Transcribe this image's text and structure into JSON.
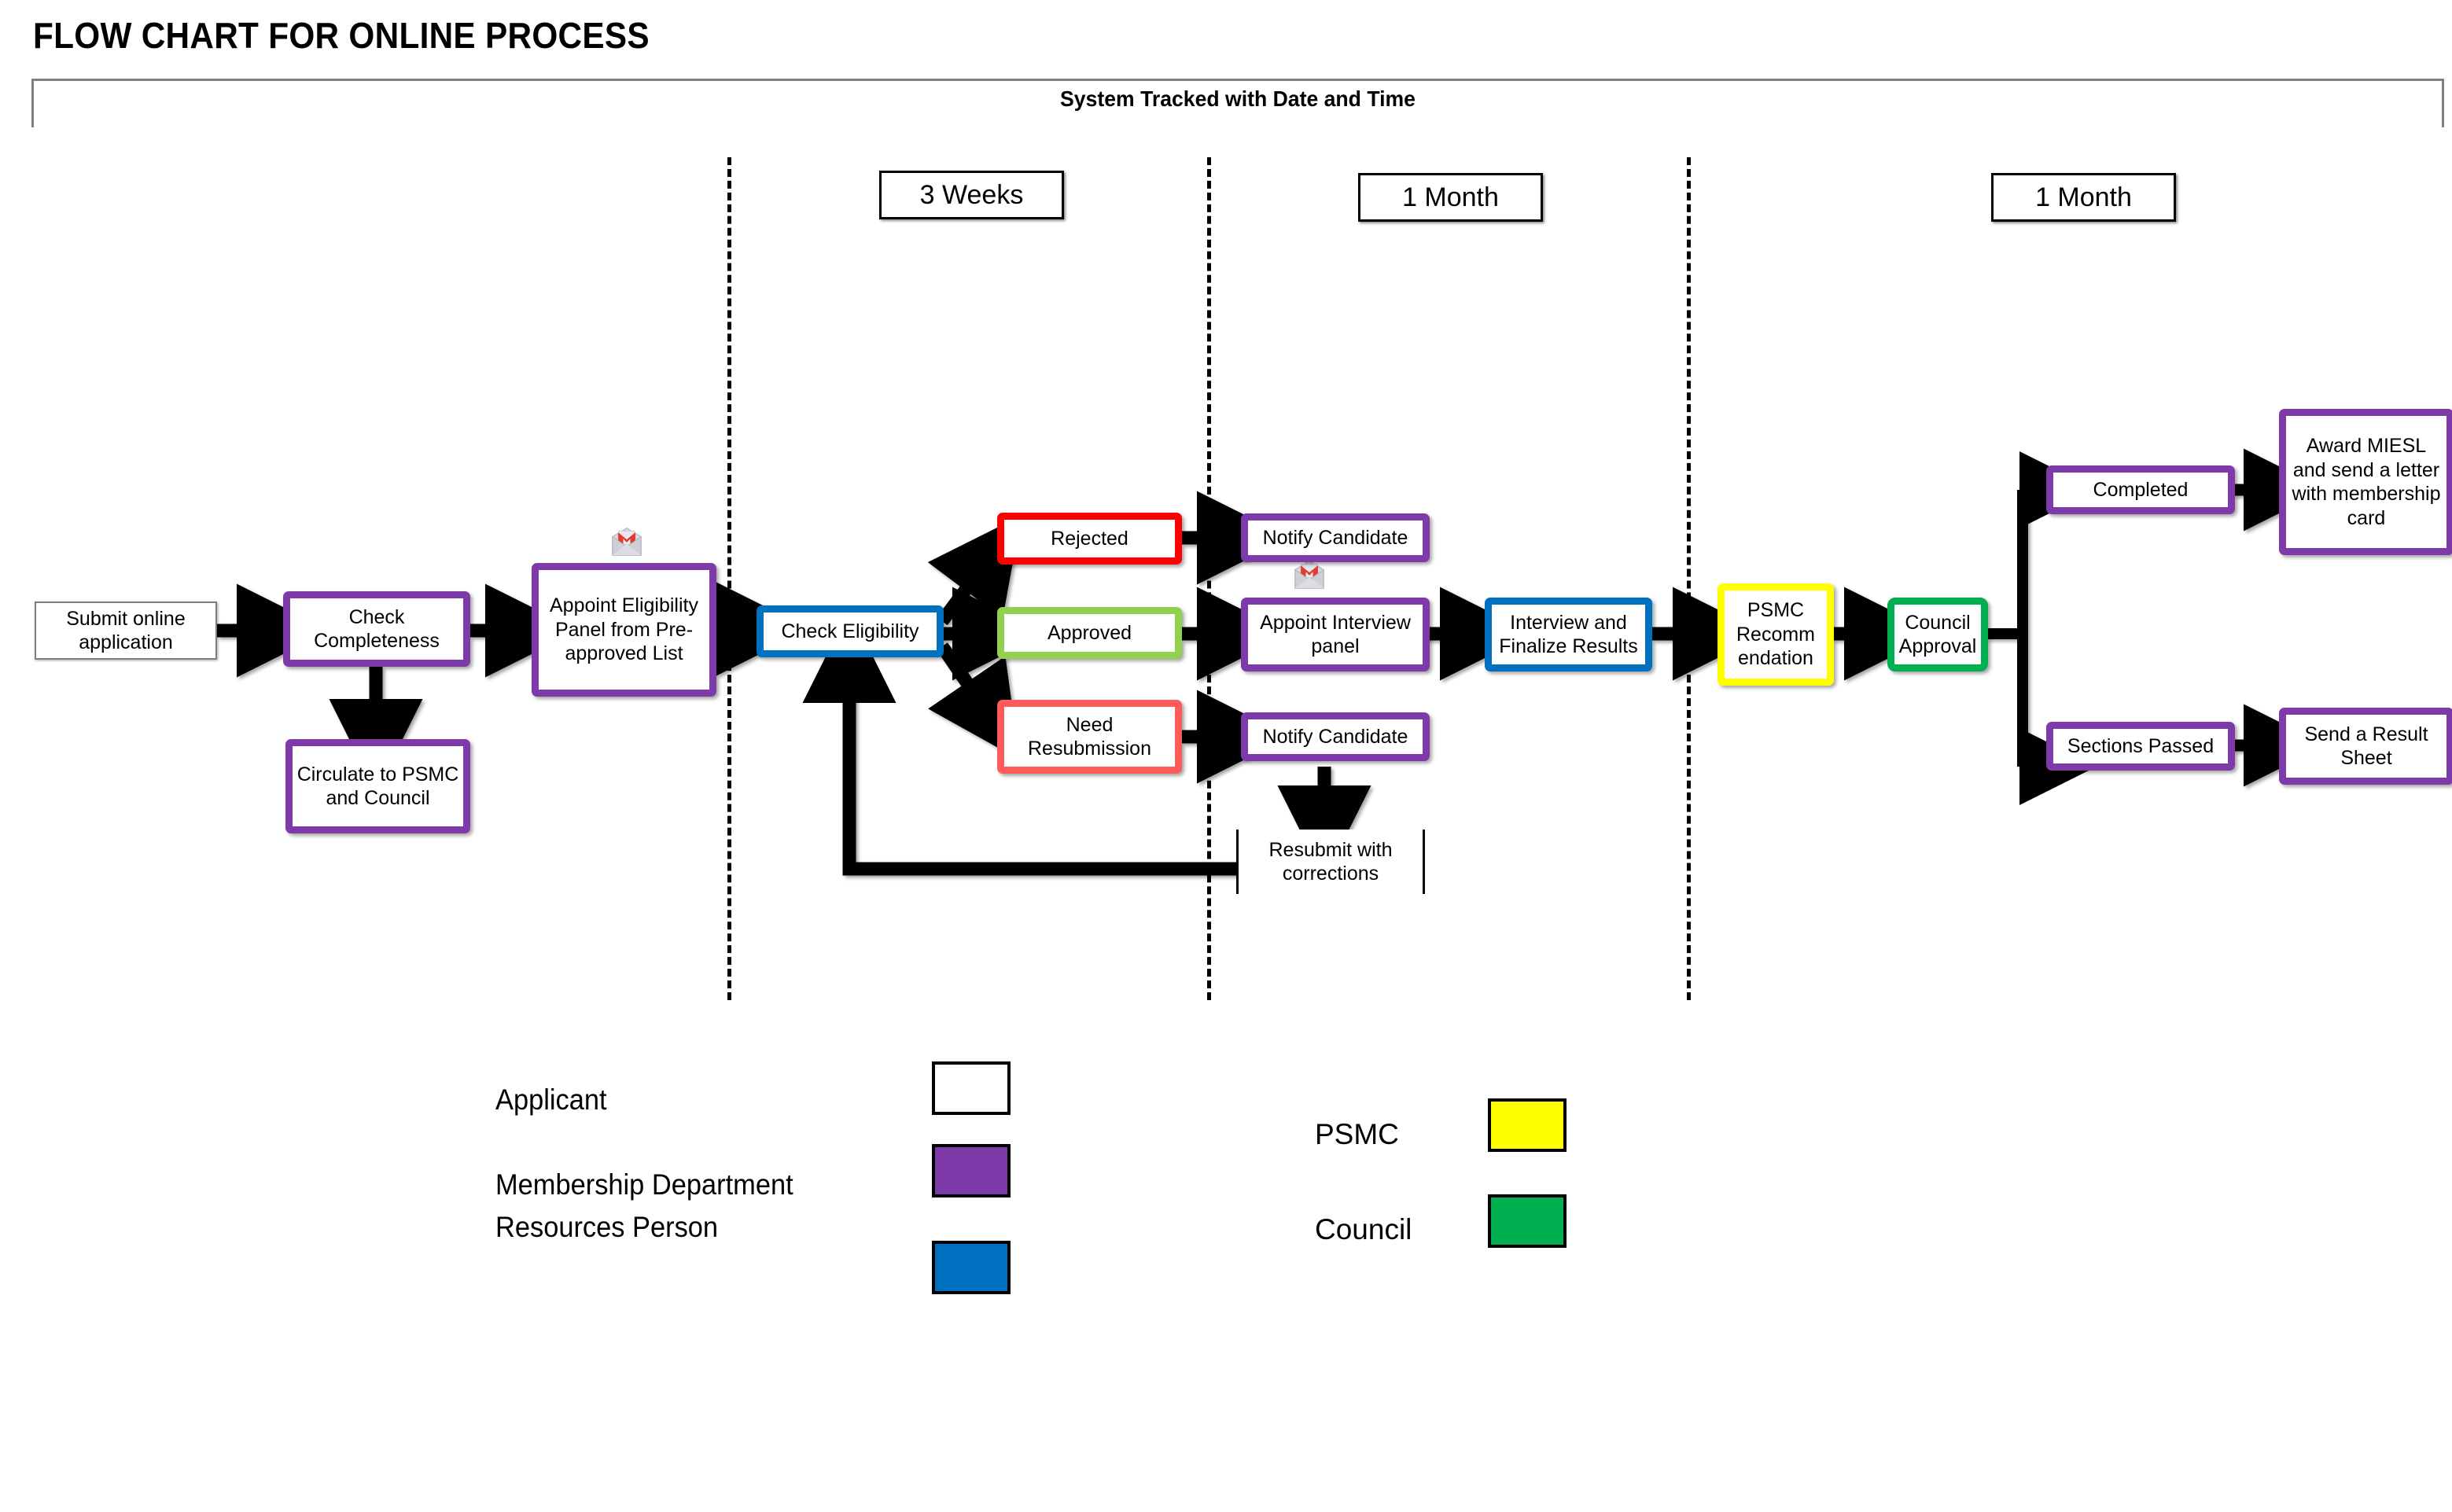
{
  "title": "FLOW CHART FOR ONLINE PROCESS",
  "header": {
    "tracked_label": "System Tracked with Date and Time"
  },
  "phases": [
    {
      "label": "3 Weeks"
    },
    {
      "label": "1 Month"
    },
    {
      "label": "1 Month"
    }
  ],
  "nodes": {
    "submit_online": "Submit online application",
    "check_completeness": "Check Completeness",
    "circulate": "Circulate to PSMC and Council",
    "appoint_panel": "Appoint Eligibility Panel from Pre-approved List",
    "check_eligibility": "Check Eligibility",
    "rejected": "Rejected",
    "approved": "Approved",
    "need_resubmission": "Need Resubmission",
    "notify_candidate_top": "Notify Candidate",
    "appoint_interview": "Appoint Interview panel",
    "notify_candidate_bottom": "Notify Candidate",
    "resubmit_corrections": "Resubmit with corrections",
    "interview_finalize": "Interview and Finalize Results",
    "psmc_recommendation": "PSMC Recomm endation",
    "council_approval": "Council Approval",
    "completed": "Completed",
    "sections_passed": "Sections Passed",
    "award_miesl": "Award MIESL and send a letter with membership card",
    "send_result_sheet": "Send a Result Sheet"
  },
  "icons": {
    "gmail_1": "gmail-icon",
    "gmail_2": "gmail-icon"
  },
  "legend": {
    "left": [
      {
        "label": "Applicant",
        "color": "#ffffff"
      },
      {
        "label": "Membership Department",
        "color": "#7e3aa8"
      },
      {
        "label": "Resources Person",
        "color": "#0070c0"
      }
    ],
    "right": [
      {
        "label": "PSMC",
        "color": "#ffff00"
      },
      {
        "label": "Council",
        "color": "#00b050"
      }
    ]
  },
  "colors": {
    "purple": "#7e3aa8",
    "blue": "#0070c0",
    "red": "#ff0000",
    "green_light": "#92d050",
    "salmon": "#ff5b5b",
    "yellow": "#ffff00",
    "green": "#00b050",
    "black": "#000000",
    "grey_border": "#808080"
  }
}
